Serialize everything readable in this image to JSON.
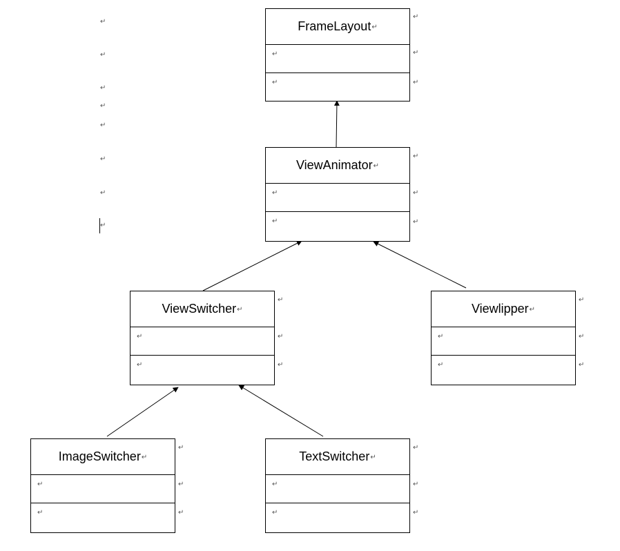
{
  "paragraph_mark": "↵",
  "classes": {
    "framelayout": {
      "name": "FrameLayout"
    },
    "viewanimator": {
      "name": "ViewAnimator"
    },
    "viewswitcher": {
      "name": "ViewSwitcher"
    },
    "viewlipper": {
      "name": "Viewlipper"
    },
    "imageswitcher": {
      "name": "ImageSwitcher"
    },
    "textswitcher": {
      "name": "TextSwitcher"
    }
  }
}
